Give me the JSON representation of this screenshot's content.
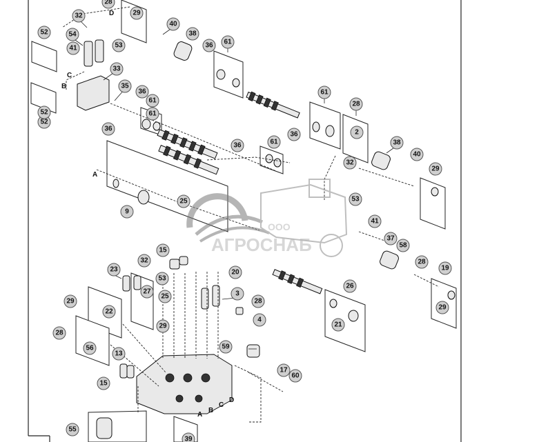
{
  "watermark": {
    "company_prefix": "ООО",
    "company_name": "АГРОСНАБ"
  },
  "ref_letters": {
    "a_upper": "A",
    "b_upper": "B",
    "c_upper": "C",
    "d_upper": "D",
    "a_lower": "A",
    "b_lower": "B",
    "c_lower": "C",
    "d_lower": "D"
  },
  "callouts": [
    "28",
    "29",
    "32",
    "40",
    "38",
    "52",
    "54",
    "53",
    "41",
    "61",
    "36",
    "33",
    "35",
    "36",
    "61",
    "52",
    "36",
    "61",
    "2",
    "38",
    "40",
    "32",
    "61",
    "28",
    "36",
    "29",
    "9",
    "25",
    "53",
    "41",
    "36",
    "37",
    "58",
    "28",
    "19",
    "15",
    "23",
    "32",
    "20",
    "53",
    "3",
    "26",
    "28",
    "29",
    "22",
    "25",
    "27",
    "4",
    "21",
    "29",
    "56",
    "28",
    "29",
    "59",
    "13",
    "17",
    "15",
    "60",
    "55",
    "39",
    "52",
    "61"
  ],
  "colors": {
    "callout_fill": "#cfcfcf",
    "line": "#222222",
    "watermark": "#7a7a7a"
  }
}
